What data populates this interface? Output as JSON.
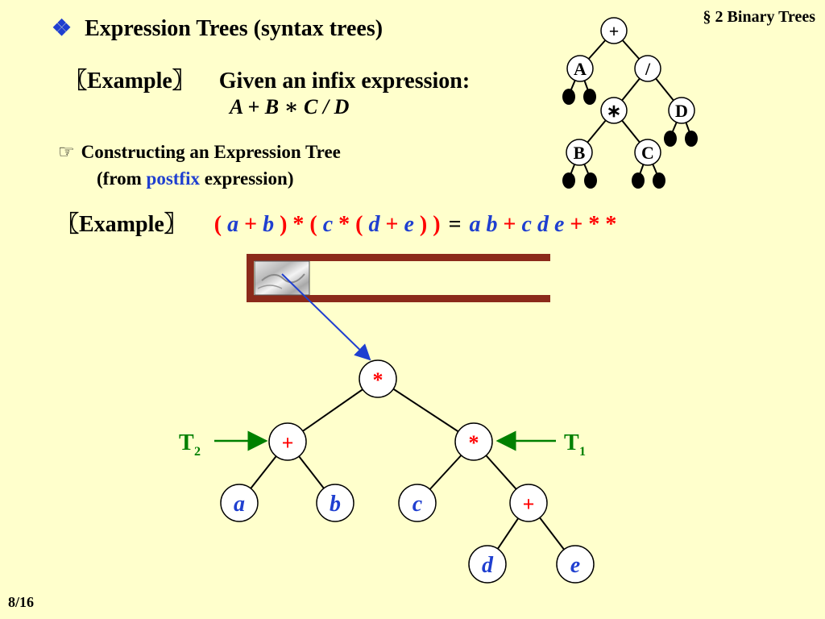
{
  "header": {
    "section": "§ 2  Binary Trees",
    "title": "Expression Trees (syntax trees)",
    "bullet_glyph": "❖"
  },
  "example1": {
    "label": "〖Example〗",
    "text": "Given an infix expression:",
    "expression": "A + B ∗ C / D"
  },
  "subpoint": {
    "pointer_glyph": "☞",
    "line1": "Constructing an Expression Tree",
    "line2_before": "(from ",
    "line2_highlight": "postfix",
    "line2_after": " expression)"
  },
  "example2": {
    "label": "〖Example〗",
    "infix_tokens": [
      "(",
      "a",
      "+",
      "b",
      ")",
      "*",
      "(",
      "c",
      "*",
      "(",
      "d",
      "+",
      "e",
      ")",
      ")"
    ],
    "equals": "=",
    "postfix_tokens": [
      "a",
      "b",
      "+",
      "c",
      "d",
      "e",
      "+",
      "*",
      "*"
    ]
  },
  "small_tree": {
    "nodes": [
      "+",
      "A",
      "/",
      "∗",
      "D",
      "B",
      "C"
    ]
  },
  "big_tree": {
    "nodes": [
      "*",
      "+",
      "*",
      "a",
      "b",
      "c",
      "+",
      "d",
      "e"
    ],
    "left_marker": "T",
    "left_marker_sub": "2",
    "right_marker": "T",
    "right_marker_sub": "1"
  },
  "footer": {
    "page": "8/16"
  },
  "colors": {
    "background": "#ffffcc",
    "operator": "#ff0000",
    "operand": "#1f3fd0",
    "marker": "#008000",
    "stack_frame": "#8b2a1a"
  }
}
